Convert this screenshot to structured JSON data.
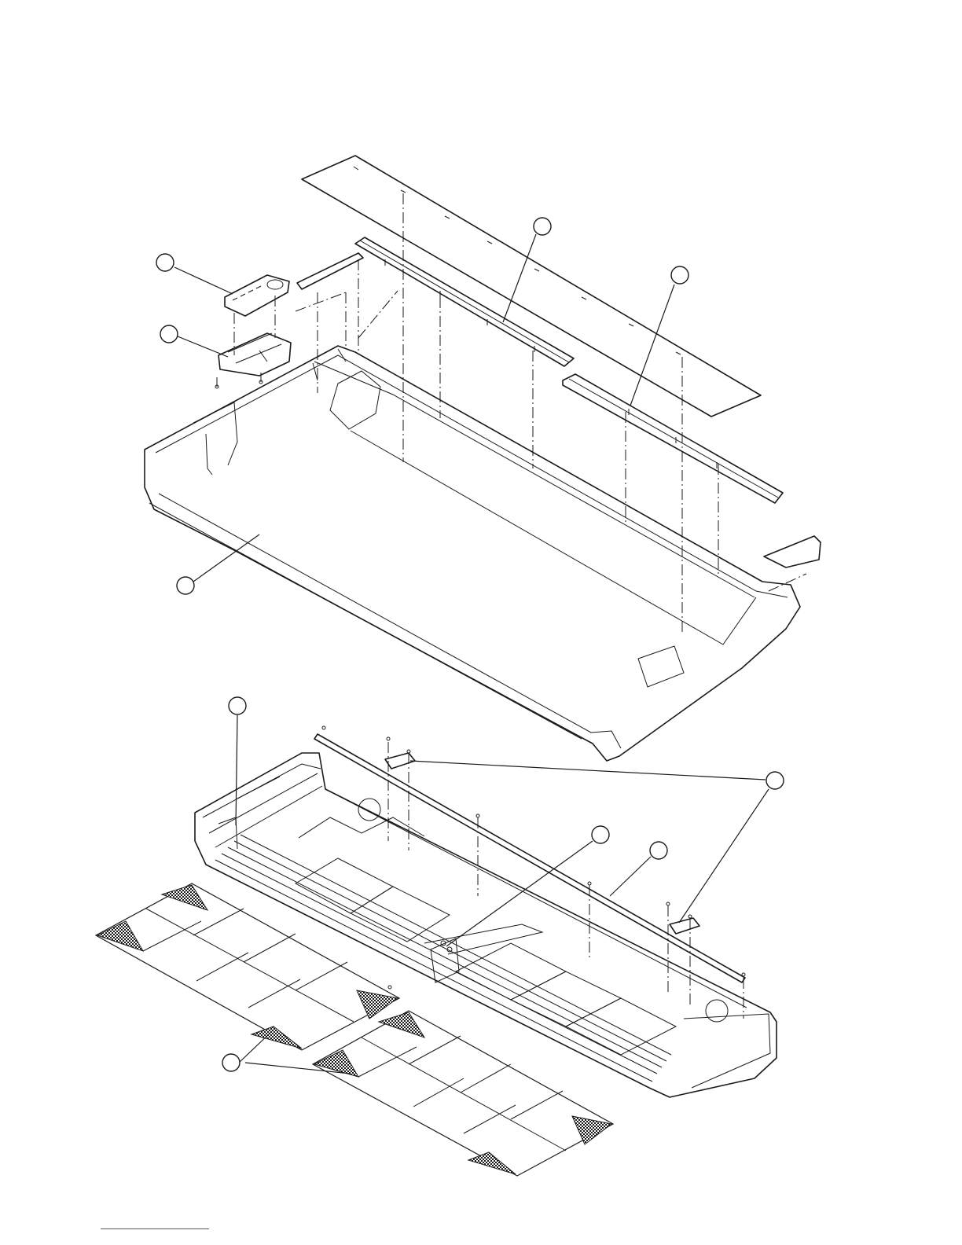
{
  "diagram": {
    "callouts": [
      {
        "id": "c1"
      },
      {
        "id": "c2"
      },
      {
        "id": "c3"
      },
      {
        "id": "c4"
      },
      {
        "id": "c5"
      },
      {
        "id": "c6"
      },
      {
        "id": "c7"
      },
      {
        "id": "c8"
      },
      {
        "id": "c9"
      },
      {
        "id": "c10"
      }
    ]
  },
  "colors": {
    "line": "#1a1a1a",
    "footer_rule": "#3b4fb8",
    "background": "#ffffff"
  }
}
